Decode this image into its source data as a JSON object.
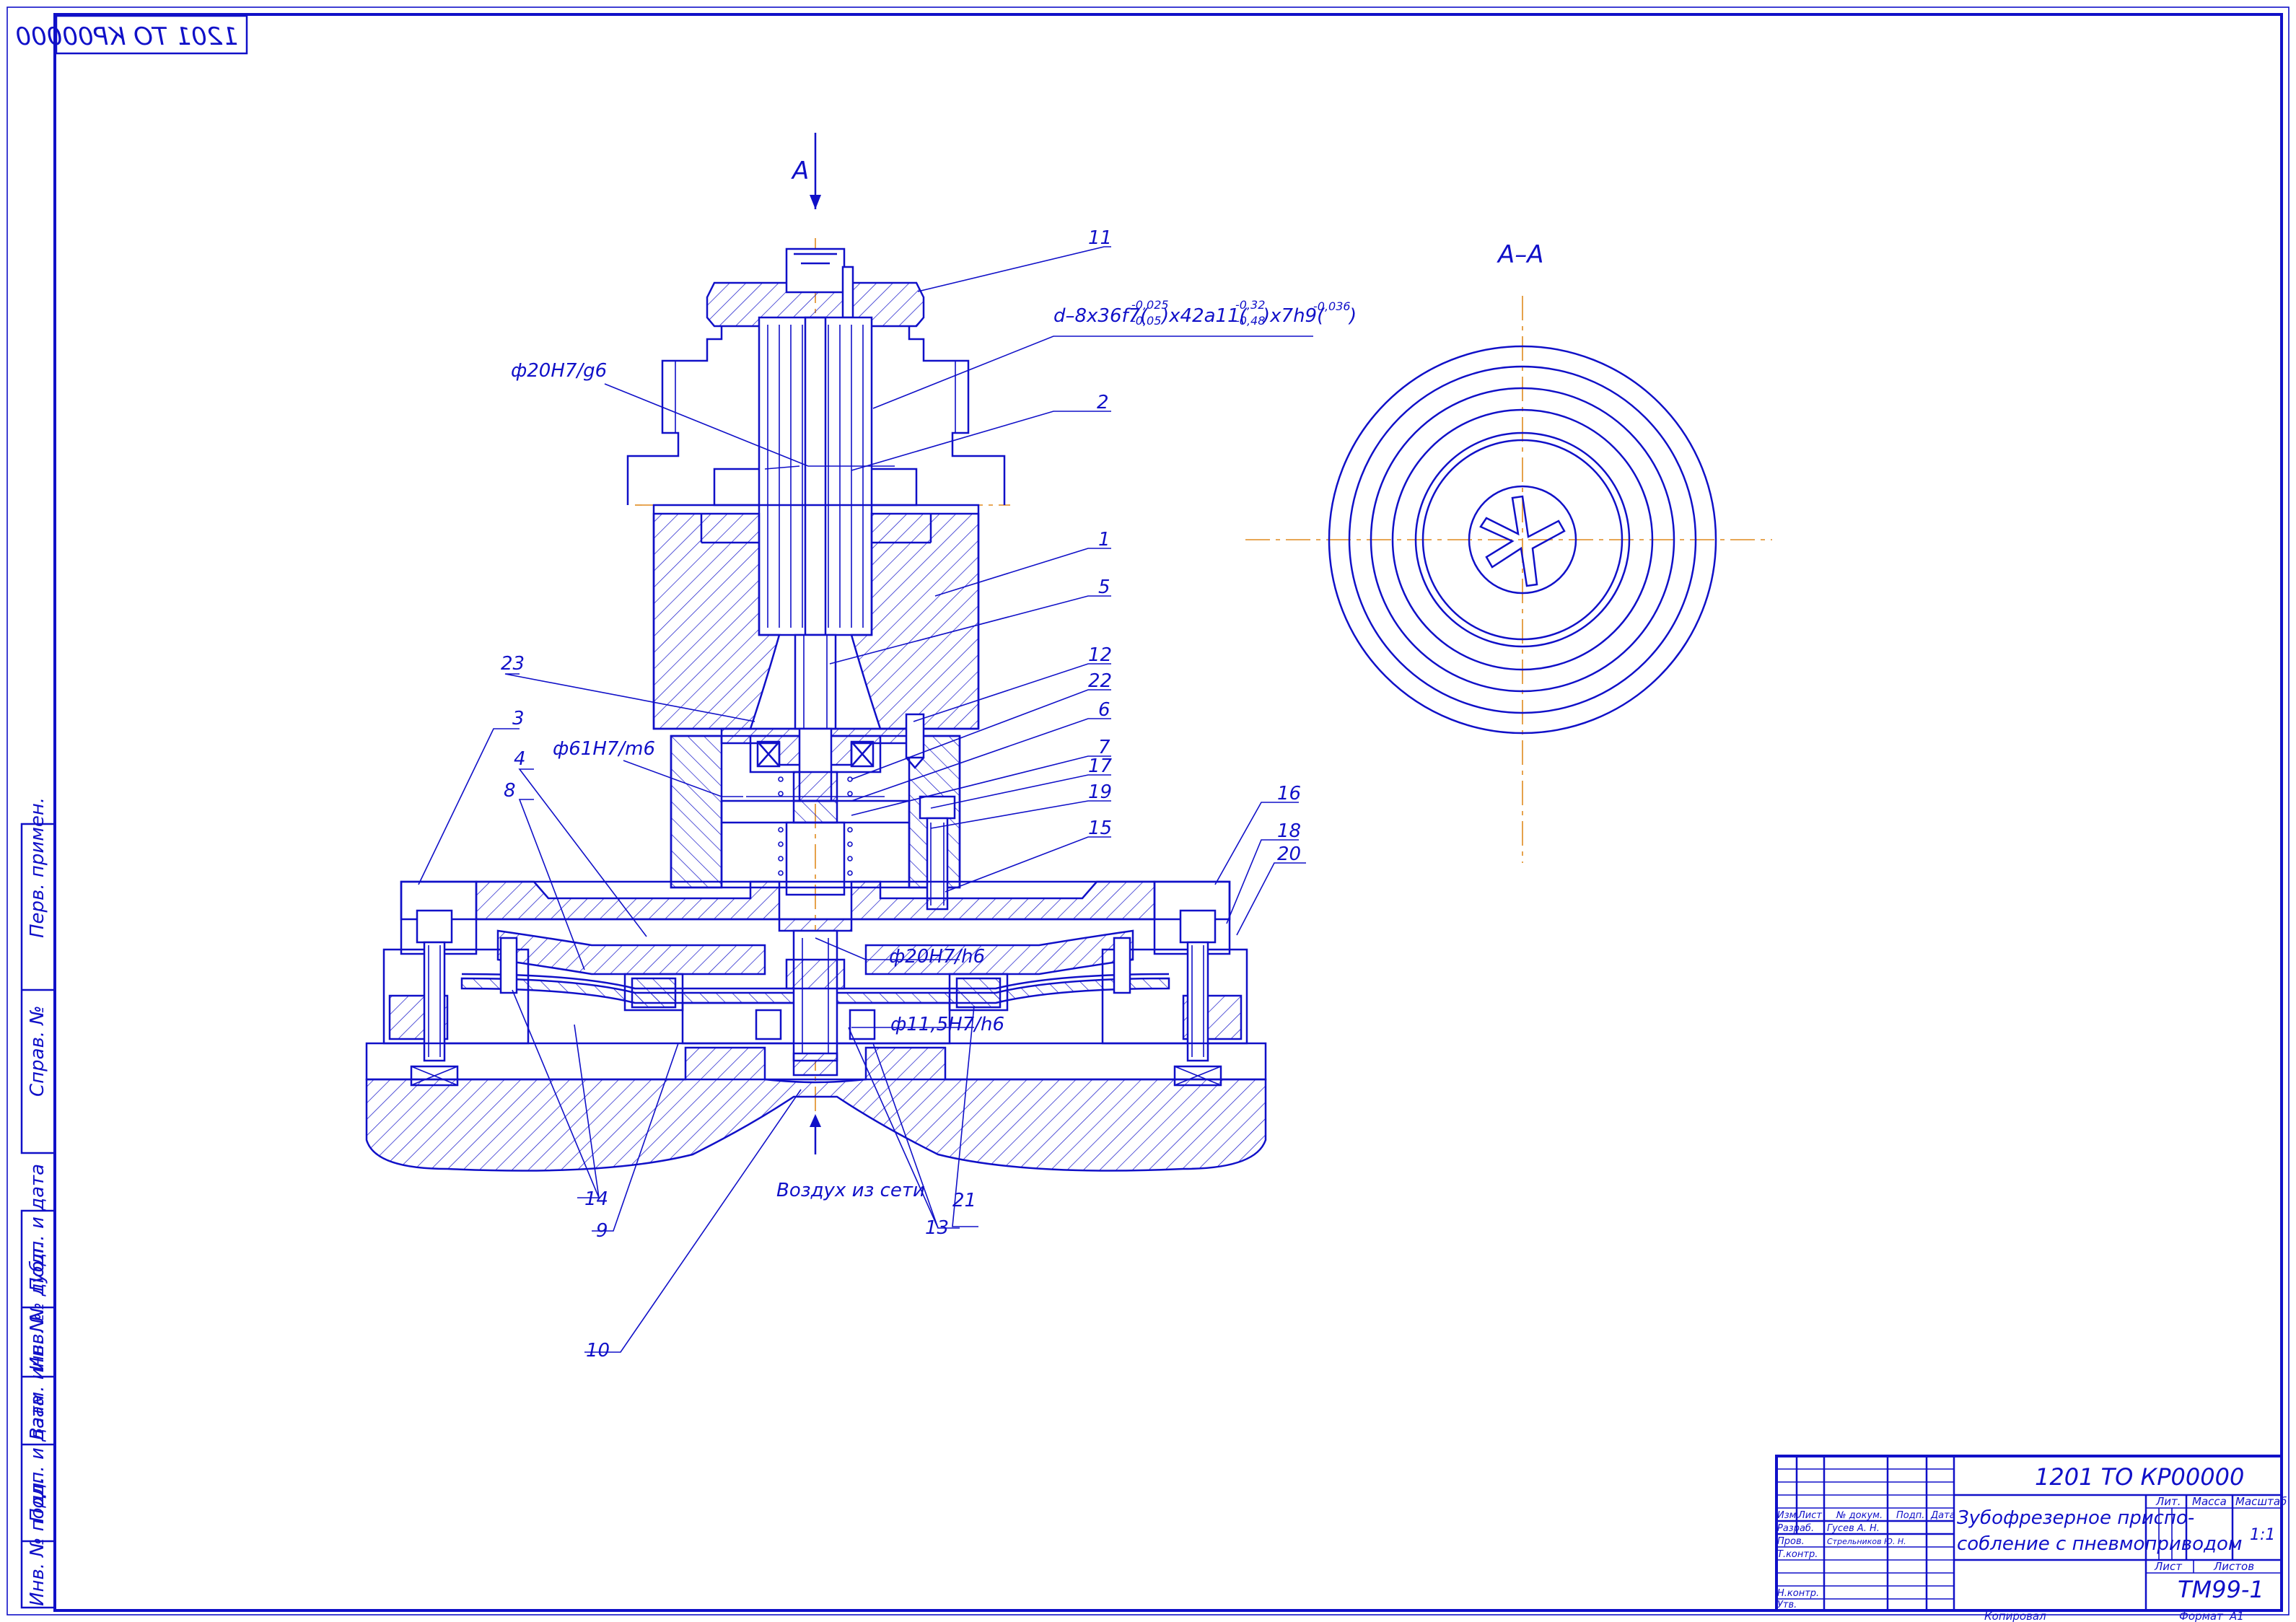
{
  "document": {
    "mirrored_code": "1201 ТО КР00000",
    "section_marker": "А",
    "section_title": "А–А",
    "air_label": "Воздух из сети"
  },
  "callouts": {
    "n1": "1",
    "n2": "2",
    "n3": "3",
    "n4": "4",
    "n5": "5",
    "n6": "6",
    "n7": "7",
    "n8": "8",
    "n9": "9",
    "n10": "10",
    "n11": "11",
    "n12": "12",
    "n13": "13",
    "n14": "14",
    "n15": "15",
    "n16": "16",
    "n17": "17",
    "n18": "18",
    "n19": "19",
    "n20": "20",
    "n21": "21",
    "n22": "22",
    "n23": "23"
  },
  "fits": {
    "spline": "d–8x36f7(",
    "spline_tol1": "-0,025",
    "spline_tol1b": "-0,05",
    "spline_mid": ")x42a11(",
    "spline_tol2": "-0,32",
    "spline_tol2b": "-0,48",
    "spline_end": ")x7h9(",
    "spline_tol3": "-0,036",
    "spline_close": ")",
    "fit_20_g6": "ф20Н7/g6",
    "fit_61": "ф61Н7/m6",
    "fit_20_h6": "ф20Н7/h6",
    "fit_11": "ф11,5Н7/h6"
  },
  "side_stamp": {
    "f1": "Перв. примен.",
    "f2": "Справ. №",
    "f3": "Подп. и дата",
    "f4": "Инв. № дубл.",
    "f5": "Взам. инв. №",
    "f6": "Подп. и дата",
    "f7": "Инв. № подл."
  },
  "title_block": {
    "code": "1201 ТО КР00000",
    "name_line1": "Зубофрезерное приспо-",
    "name_line2": "собление с пневмоприводом",
    "col_izm": "Изм.",
    "col_list": "Лист",
    "col_doc": "№ докум.",
    "col_sign": "Подп.",
    "col_date": "Дата",
    "row_razrab": "Разраб.",
    "row_prov": "Пров.",
    "row_tkontr": "Т.контр.",
    "row_nkontr": "Н.контр.",
    "row_utv": "Утв.",
    "razrab_name": "Гусев А. Н.",
    "prov_name": "Стрельников Ю. Н.",
    "lit": "Лит.",
    "massa": "Масса",
    "masshtab": "Масштаб",
    "scale_value": "1:1",
    "sheet": "Лист",
    "sheets": "Листов",
    "org": "ТМ99-1",
    "copied": "Копировал",
    "format_label": "Формат",
    "format_value": "А1"
  }
}
